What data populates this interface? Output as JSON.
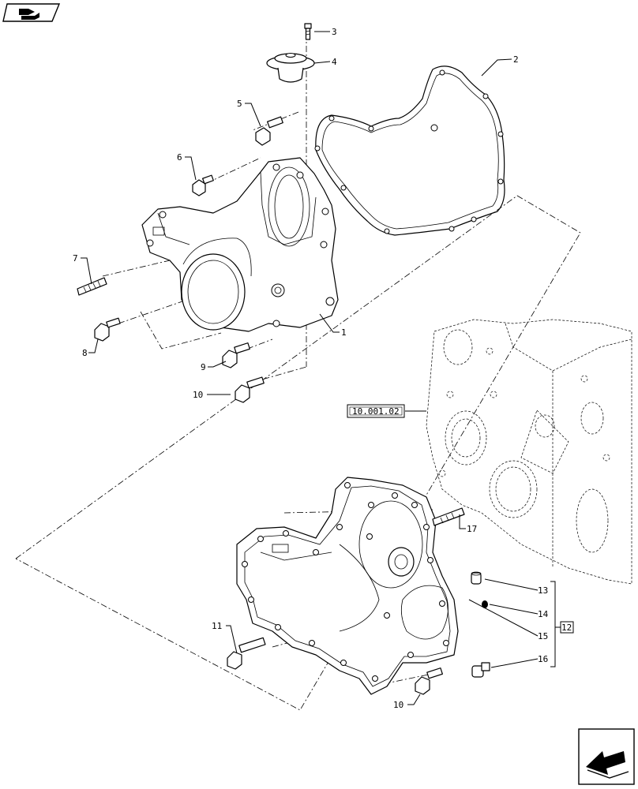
{
  "header": {
    "logo_icon": "book-open-icon"
  },
  "callouts": [
    {
      "id": "c3",
      "label": "3"
    },
    {
      "id": "c4",
      "label": "4"
    },
    {
      "id": "c2",
      "label": "2"
    },
    {
      "id": "c5",
      "label": "5"
    },
    {
      "id": "c6",
      "label": "6"
    },
    {
      "id": "c7",
      "label": "7"
    },
    {
      "id": "c8",
      "label": "8"
    },
    {
      "id": "c1",
      "label": "1"
    },
    {
      "id": "c9",
      "label": "9"
    },
    {
      "id": "c10a",
      "label": "10"
    },
    {
      "id": "c17",
      "label": "17"
    },
    {
      "id": "c13",
      "label": "13"
    },
    {
      "id": "c14",
      "label": "14"
    },
    {
      "id": "c15",
      "label": "15"
    },
    {
      "id": "c16",
      "label": "16"
    },
    {
      "id": "c12",
      "label": "12"
    },
    {
      "id": "c11",
      "label": "11"
    },
    {
      "id": "c10b",
      "label": "10"
    }
  ],
  "reference": {
    "label": "10.001.02"
  },
  "footer": {
    "nav_icon": "previous-page-arrow-icon"
  },
  "colors": {
    "line": "#000000",
    "background": "#ffffff"
  }
}
